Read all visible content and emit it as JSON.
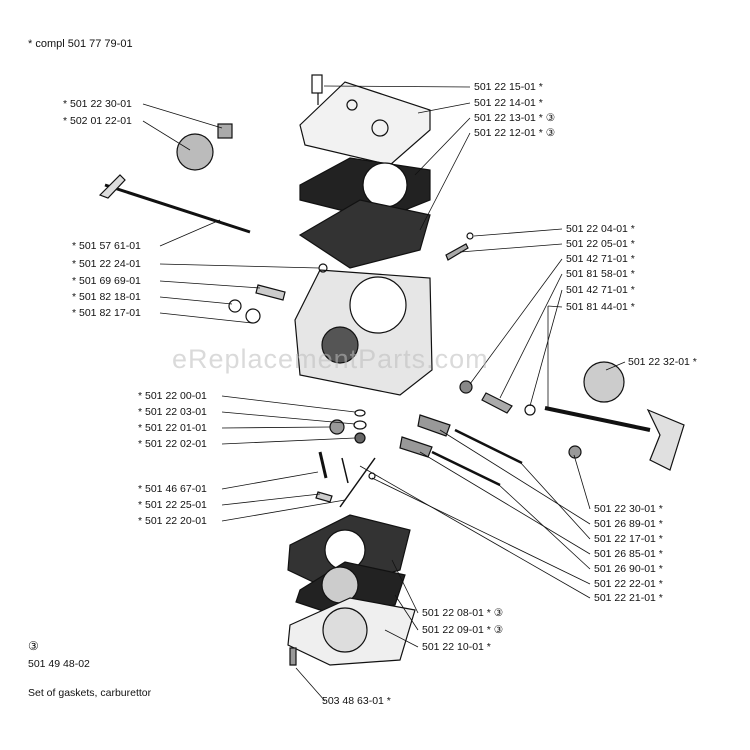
{
  "header": {
    "compl_text": "* compl 501 77 79-01"
  },
  "left_labels": [
    "* 501 22 30-01",
    "* 502 01 22-01",
    "* 501 57 61-01",
    "* 501 22 24-01",
    "* 501 69 69-01",
    "* 501 82 18-01",
    "* 501 82 17-01",
    "* 501 22 00-01",
    "* 501 22 03-01",
    "* 501 22 01-01",
    "* 501 22 02-01",
    "* 501 46 67-01",
    "* 501 22 25-01",
    "* 501 22 20-01"
  ],
  "top_right_labels": [
    "501 22 15-01 *",
    "501 22 14-01 *",
    "501 22 13-01 * ③",
    "501 22 12-01 * ③"
  ],
  "right_labels": [
    "501 22 04-01 *",
    "501 22 05-01 *",
    "501 42 71-01 *",
    "501 81 58-01 *",
    "501 42 71-01 *",
    "501 81 44-01 *",
    "501 22 32-01 *"
  ],
  "lower_right_labels": [
    "501 22 30-01 *",
    "501 26 89-01 *",
    "501 22 17-01 *",
    "501 26 85-01 *",
    "501 26 90-01 *",
    "501 22 22-01 *",
    "501 22 21-01 *"
  ],
  "bottom_labels": [
    "501 22 08-01 * ③",
    "501 22 09-01 * ③",
    "501 22 10-01 *",
    "503 48 63-01 *"
  ],
  "gasket_set": {
    "symbol": "③",
    "part_number": "501 49 48-02",
    "description": "Set of gaskets, carburettor"
  },
  "watermark": "eReplacementParts.com",
  "colors": {
    "ink": "#111111",
    "background": "#ffffff",
    "watermark": "#bdbdbd"
  }
}
